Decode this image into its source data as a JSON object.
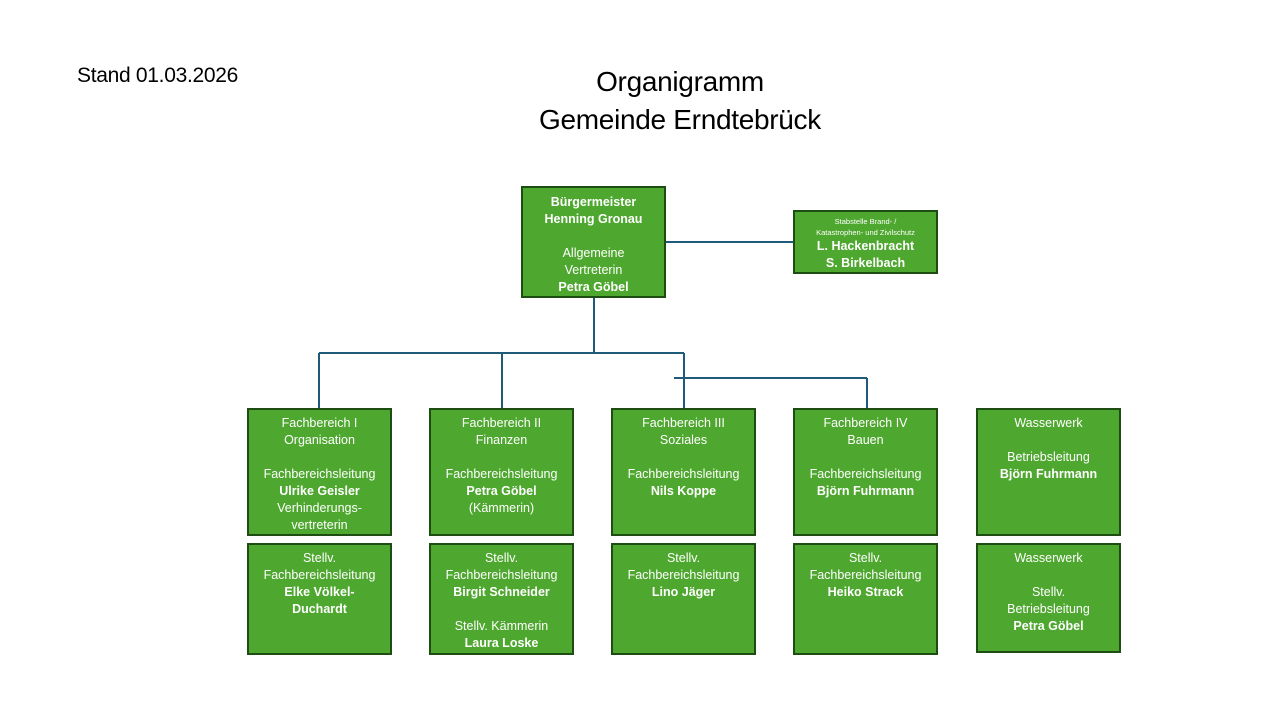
{
  "stand": "Stand 01.03.2026",
  "title": {
    "line1": "Organigramm",
    "line2": "Gemeinde Erndtebrück"
  },
  "colors": {
    "box_fill": "#4ea72e",
    "box_border": "#1e4d14",
    "connector": "#1f5a7a"
  },
  "mayor": {
    "role": "Bürgermeister",
    "name": "Henning Gronau",
    "deputy_role_1": "Allgemeine",
    "deputy_role_2": "Vertreterin",
    "deputy_name": "Petra Göbel"
  },
  "staff": {
    "role_1": "Stabstelle Brand- /",
    "role_2": "Katastrophen- und Zivilschutz",
    "name_1": "L. Hackenbracht",
    "name_2": "S. Birkelbach"
  },
  "departments": [
    {
      "title": "Fachbereich I",
      "subtitle": "Organisation",
      "role": "Fachbereichsleitung",
      "name": "Ulrike Geisler",
      "extra_1": "Verhinderungs-",
      "extra_2": "vertreterin"
    },
    {
      "title": "Fachbereich II",
      "subtitle": "Finanzen",
      "role": "Fachbereichsleitung",
      "name": "Petra Göbel",
      "extra_1": "(Kämmerin)"
    },
    {
      "title": "Fachbereich III",
      "subtitle": "Soziales",
      "role": "Fachbereichsleitung",
      "name": "Nils Koppe"
    },
    {
      "title": "Fachbereich IV",
      "subtitle": "Bauen",
      "role": "Fachbereichsleitung",
      "name": "Björn Fuhrmann"
    },
    {
      "title": "Wasserwerk",
      "role": "Betriebsleitung",
      "name": "Björn Fuhrmann"
    }
  ],
  "deputies": [
    {
      "role_1": "Stellv.",
      "role_2": "Fachbereichsleitung",
      "name_1": "Elke Völkel-",
      "name_2": "Duchardt"
    },
    {
      "role_1": "Stellv.",
      "role_2": "Fachbereichsleitung",
      "name_1": "Birgit Schneider",
      "extra_role": "Stellv. Kämmerin",
      "extra_name": "Laura Loske"
    },
    {
      "role_1": "Stellv.",
      "role_2": "Fachbereichsleitung",
      "name_1": "Lino Jäger"
    },
    {
      "role_1": "Stellv.",
      "role_2": "Fachbereichsleitung",
      "name_1": "Heiko Strack"
    },
    {
      "title": "Wasserwerk",
      "role_1": "Stellv.",
      "role_2": "Betriebsleitung",
      "name_1": "Petra Göbel"
    }
  ]
}
